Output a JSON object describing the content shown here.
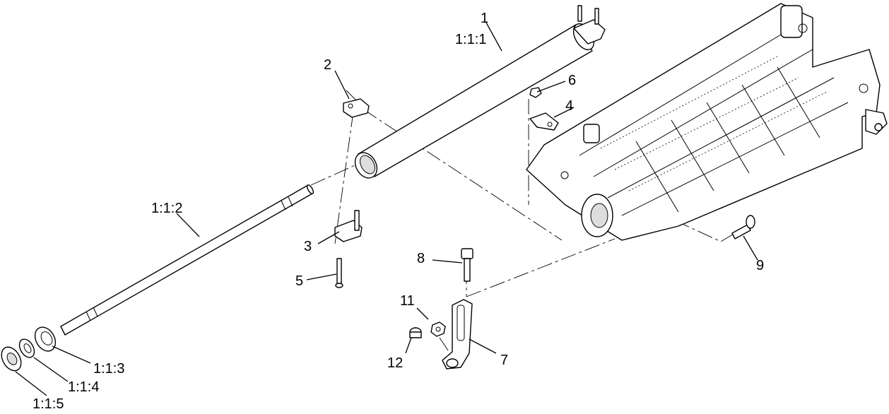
{
  "diagram": {
    "callouts": [
      {
        "id": "1",
        "label": "1"
      },
      {
        "id": "1-1-1",
        "label": "1:1:1"
      },
      {
        "id": "2",
        "label": "2"
      },
      {
        "id": "6",
        "label": "6"
      },
      {
        "id": "4",
        "label": "4"
      },
      {
        "id": "1-1-2",
        "label": "1:1:2"
      },
      {
        "id": "3",
        "label": "3"
      },
      {
        "id": "5",
        "label": "5"
      },
      {
        "id": "8",
        "label": "8"
      },
      {
        "id": "9",
        "label": "9"
      },
      {
        "id": "11",
        "label": "11"
      },
      {
        "id": "12",
        "label": "12"
      },
      {
        "id": "7",
        "label": "7"
      },
      {
        "id": "1-1-3",
        "label": "1:1:3"
      },
      {
        "id": "1-1-4",
        "label": "1:1:4"
      },
      {
        "id": "1-1-5",
        "label": "1:1:5"
      }
    ]
  }
}
